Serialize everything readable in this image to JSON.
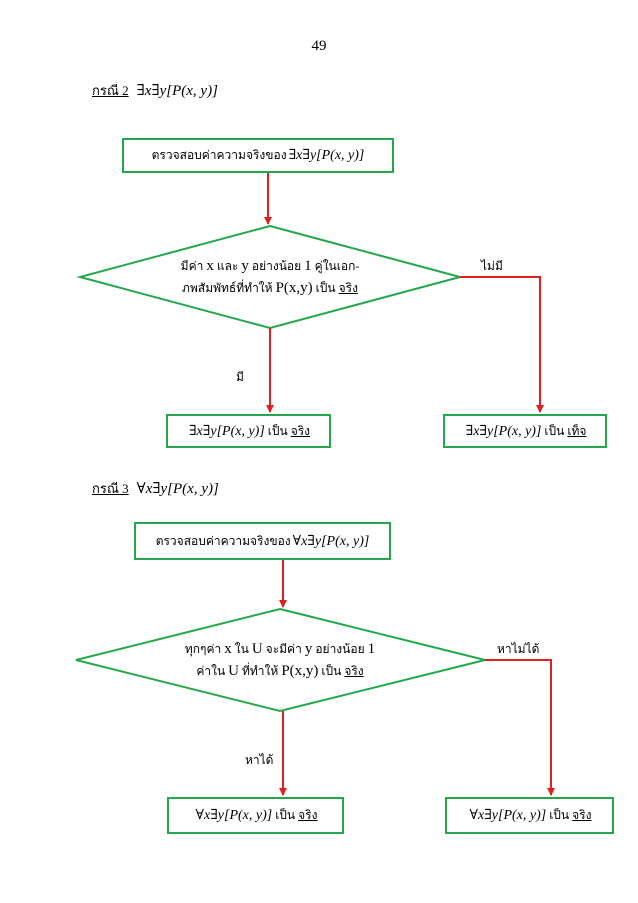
{
  "page_number": "49",
  "colors": {
    "box_border": "#22a84a",
    "arrow": "#e0201c"
  },
  "case2": {
    "label": "กรณี 2",
    "formula": "∃x∃y[P(x, y)]",
    "check_box": {
      "text": "ตรวจสอบค่าความจริงของ",
      "formula": "∃x∃y[P(x, y)]"
    },
    "decision": {
      "line1": {
        "a": "มีค่า",
        "x": "x",
        "b": "และ",
        "y": "y",
        "c": "อย่างน้อย",
        "n": "1",
        "d": "คู่ในเอก-"
      },
      "line2": {
        "a": "ภพสัมพัทธ์ที่ทำให้",
        "p": "P(x,y)",
        "b": "เป็น",
        "truth": "จริง"
      }
    },
    "yes_label": "มี",
    "no_label": "ไม่มี",
    "result_yes": {
      "formula": "∃x∃y[P(x, y)]",
      "word": "เป็น",
      "truth": "จริง"
    },
    "result_no": {
      "formula": "∃x∃y[P(x, y)]",
      "word": "เป็น",
      "truth": "เท็จ"
    }
  },
  "case3": {
    "label": "กรณี 3",
    "formula": "∀x∃y[P(x, y)]",
    "check_box": {
      "text": "ตรวจสอบค่าความจริงของ",
      "formula": "∀x∃y[P(x, y)]"
    },
    "decision": {
      "line1": {
        "a": "ทุกๆค่า",
        "x": "x",
        "b": "ใน",
        "u": "U",
        "c": "จะมีค่า",
        "y": "y",
        "d": "อย่างน้อย",
        "n": "1"
      },
      "line2": {
        "a": "ค่าใน",
        "u": "U",
        "b": "ที่ทำให้",
        "p": "P(x,y)",
        "c": "เป็น",
        "truth": "จริง"
      }
    },
    "yes_label": "หาได้",
    "no_label": "หาไม่ได้",
    "result_yes": {
      "formula": "∀x∃y[P(x, y)]",
      "word": "เป็น",
      "truth": "จริง"
    },
    "result_no": {
      "formula": "∀x∃y[P(x, y)]",
      "word": "เป็น",
      "truth": "จริง"
    }
  }
}
